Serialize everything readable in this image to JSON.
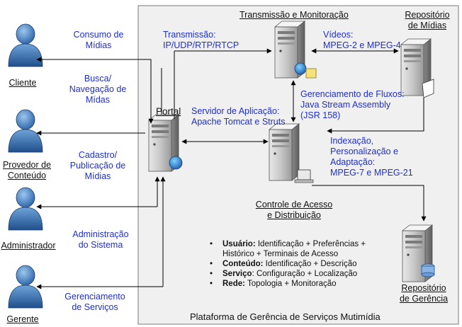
{
  "platform_title": "Plataforma de Gerência de Serviços Mutimídia",
  "actors": {
    "cliente": "Cliente",
    "provedor": [
      "Provedor de",
      "Conteúdo"
    ],
    "administrador": "Administrador",
    "gerente": "Gerente"
  },
  "actor_links": {
    "consumo": [
      "Consumo de",
      "Mídias"
    ],
    "busca": [
      "Busca/",
      "Navegação de",
      "Mídas"
    ],
    "cadastro": [
      "Cadastro/",
      "Publicação de",
      "Mídias"
    ],
    "administracao": [
      "Administração",
      "do Sistema"
    ],
    "gerenciamento": [
      "Gerenciamento",
      "de Serviços"
    ]
  },
  "nodes": {
    "transmissao": "Transmissão e Monitoração",
    "repositorio_midias": [
      "Repositório",
      "de Mídias"
    ],
    "portal": "Portal",
    "controle": [
      "Controle de Acesso",
      "e Distribuição"
    ],
    "repositorio_gerencia": [
      "Repositório",
      "de Gerência"
    ]
  },
  "edges": {
    "transmissao_proto": [
      "Transmissão:",
      "IP/UDP/RTP/RTCP"
    ],
    "videos": [
      "Vídeos:",
      "MPEG-2 e MPEG-4"
    ],
    "fluxos": [
      "Gerenciamento de Fluxos:",
      "Java Stream Assembly",
      "(JSR 158)"
    ],
    "servidor": [
      "Servidor de Aplicação:",
      "Apache Tomcat e Struts"
    ],
    "indexacao": [
      "Indexação,",
      "Personalização e",
      "Adaptação:",
      "MPEG-7 e MPEG-21"
    ]
  },
  "bullets": [
    {
      "key": "Usuário:",
      "text": " Identificação + Preferências +",
      "cont": "Histórico + Terminais de Acesso"
    },
    {
      "key": "Conteúdo:",
      "text": " Identificação + Descrição"
    },
    {
      "key": "Serviço",
      "text": ": Configuração + Localização"
    },
    {
      "key": "Rede:",
      "text": " Topologia + Monitoração"
    }
  ],
  "colors": {
    "label_blue": "#1f2fd0",
    "platform_bg": "#f0f0f0",
    "person_blue": "#2f6db0"
  }
}
